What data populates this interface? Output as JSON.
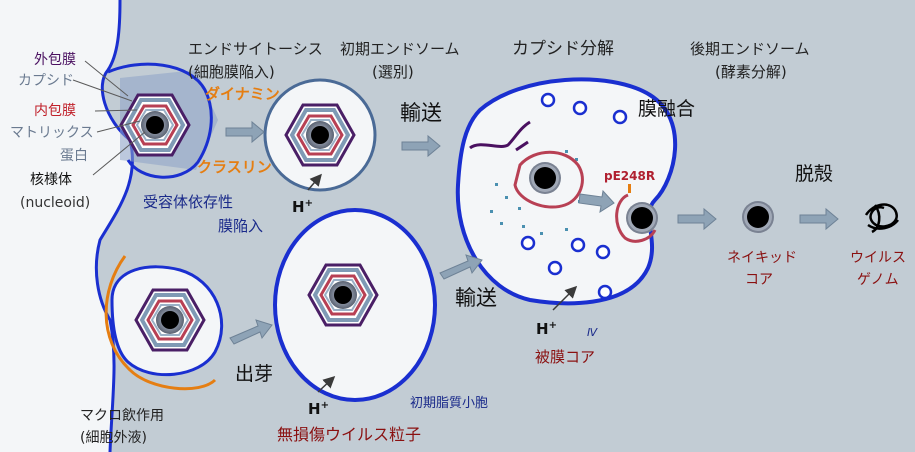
{
  "labels": {
    "outer_envelope": "外包膜",
    "capsid": "カプシド",
    "inner_envelope": "内包膜",
    "matrix_line1": "マトリックス",
    "matrix_line2": "蛋白",
    "nucleoid_line1": "核様体",
    "nucleoid_line2": "(nucleoid)",
    "dynamin": "ダイナミン",
    "clathrin": "クラスリン",
    "receptor_line1": "受容体依存性",
    "receptor_line2": "膜陥入",
    "macro_line1": "マクロ飲作用",
    "macro_line2": "(細胞外液)",
    "endocytosis_line1": "エンドサイトーシス",
    "endocytosis_line2": "(細胞膜陥入)",
    "early_endosome_line1": "初期エンドソーム",
    "early_endosome_line2": "(選別)",
    "capsid_disassembly": "カプシド分解",
    "late_endosome_line1": "後期エンドソーム",
    "late_endosome_line2": "(酵素分解)",
    "transport_top": "輸送",
    "transport_bottom": "輸送",
    "membrane_fusion": "膜融合",
    "uncoating": "脱殻",
    "pe248r": "pE248R",
    "naked_core_line1": "ネイキッド",
    "naked_core_line2": "コア",
    "viral_genome_line1": "ウイルス",
    "viral_genome_line2": "ゲノム",
    "coated_core": "被膜コア",
    "budding": "出芽",
    "early_lipid_vesicle": "初期脂質小胞",
    "intact_particle": "無損傷ウイルス粒子",
    "h_top": "H",
    "h_mid": "H",
    "h_bottom": "H",
    "plus": "+",
    "iv": "Ⅳ"
  },
  "colors": {
    "background": "#c2ccd4",
    "cell_white": "#f4f6f8",
    "membrane_blue": "#1a2fd0",
    "hex_outer": "#4a1f66",
    "hex_capsid": "#7f9ab5",
    "hex_inner": "#b84054",
    "label_purple": "#4a1060",
    "label_red": "#c0202a",
    "label_dark_red": "#8a1010",
    "label_navy": "#1a2a8a",
    "label_orange": "#e57e12",
    "arrow_gray": "#8ea3b6"
  }
}
